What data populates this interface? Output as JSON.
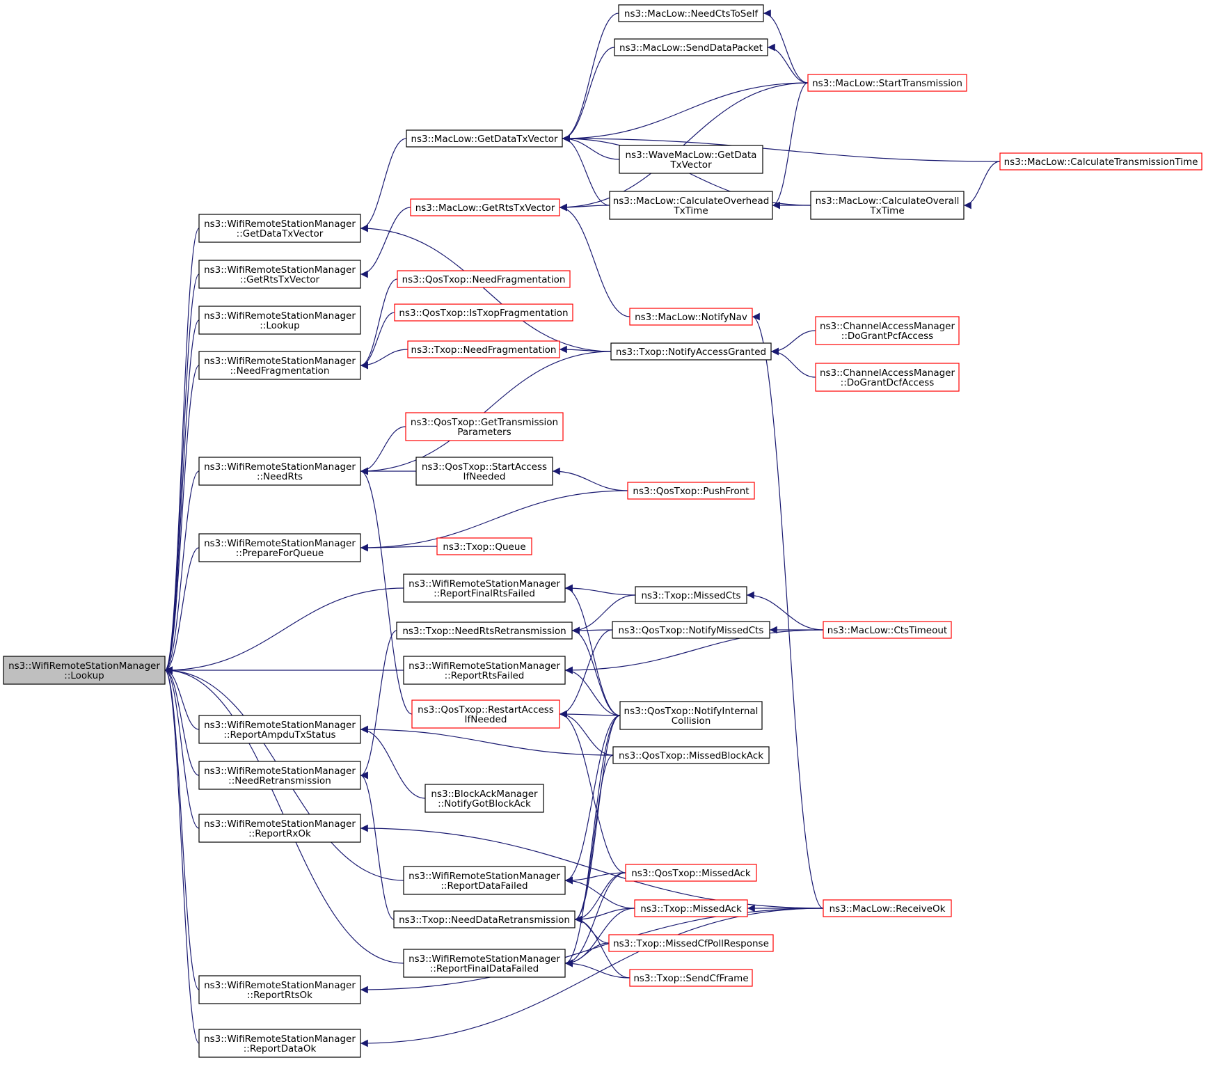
{
  "colors": {
    "edge": "#191970",
    "node_border_default": "#000000",
    "node_border_truncated": "#ff0000",
    "root_fill": "#bfbfbf",
    "background": "#ffffff"
  },
  "nodes": [
    {
      "id": "root",
      "lines": [
        "ns3::WifiRemoteStationManager",
        "::Lookup"
      ],
      "style": "root"
    },
    {
      "id": "wrsm_getdatatx",
      "lines": [
        "ns3::WifiRemoteStationManager",
        "::GetDataTxVector"
      ],
      "style": "plain"
    },
    {
      "id": "wrsm_getrtstx",
      "lines": [
        "ns3::WifiRemoteStationManager",
        "::GetRtsTxVector"
      ],
      "style": "plain"
    },
    {
      "id": "wrsm_lookup2",
      "lines": [
        "ns3::WifiRemoteStationManager",
        "::Lookup"
      ],
      "style": "plain"
    },
    {
      "id": "wrsm_needfrag",
      "lines": [
        "ns3::WifiRemoteStationManager",
        "::NeedFragmentation"
      ],
      "style": "plain"
    },
    {
      "id": "wrsm_needrts",
      "lines": [
        "ns3::WifiRemoteStationManager",
        "::NeedRts"
      ],
      "style": "plain"
    },
    {
      "id": "wrsm_prepare",
      "lines": [
        "ns3::WifiRemoteStationManager",
        "::PrepareForQueue"
      ],
      "style": "plain"
    },
    {
      "id": "wrsm_reportfinalrts",
      "lines": [
        "ns3::WifiRemoteStationManager",
        "::ReportFinalRtsFailed"
      ],
      "style": "plain"
    },
    {
      "id": "txop_needrtsretx",
      "lines": [
        "ns3::Txop::NeedRtsRetransmission"
      ],
      "style": "plain"
    },
    {
      "id": "wrsm_reportrtsfailed",
      "lines": [
        "ns3::WifiRemoteStationManager",
        "::ReportRtsFailed"
      ],
      "style": "plain"
    },
    {
      "id": "qos_restart",
      "lines": [
        "ns3::QosTxop::RestartAccess",
        "IfNeeded"
      ],
      "style": "red"
    },
    {
      "id": "wrsm_ampdu",
      "lines": [
        "ns3::WifiRemoteStationManager",
        "::ReportAmpduTxStatus"
      ],
      "style": "plain"
    },
    {
      "id": "wrsm_needretx",
      "lines": [
        "ns3::WifiRemoteStationManager",
        "::NeedRetransmission"
      ],
      "style": "plain"
    },
    {
      "id": "bam_gotba",
      "lines": [
        "ns3::BlockAckManager",
        "::NotifyGotBlockAck"
      ],
      "style": "plain"
    },
    {
      "id": "wrsm_rxok",
      "lines": [
        "ns3::WifiRemoteStationManager",
        "::ReportRxOk"
      ],
      "style": "plain"
    },
    {
      "id": "wrsm_datafailed",
      "lines": [
        "ns3::WifiRemoteStationManager",
        "::ReportDataFailed"
      ],
      "style": "plain"
    },
    {
      "id": "txop_needdataretx",
      "lines": [
        "ns3::Txop::NeedDataRetransmission"
      ],
      "style": "plain"
    },
    {
      "id": "wrsm_finaldata",
      "lines": [
        "ns3::WifiRemoteStationManager",
        "::ReportFinalDataFailed"
      ],
      "style": "plain"
    },
    {
      "id": "wrsm_rtsok",
      "lines": [
        "ns3::WifiRemoteStationManager",
        "::ReportRtsOk"
      ],
      "style": "plain"
    },
    {
      "id": "wrsm_dataok",
      "lines": [
        "ns3::WifiRemoteStationManager",
        "::ReportDataOk"
      ],
      "style": "plain"
    },
    {
      "id": "maclow_getdatatx",
      "lines": [
        "ns3::MacLow::GetDataTxVector"
      ],
      "style": "plain"
    },
    {
      "id": "maclow_getrtstx",
      "lines": [
        "ns3::MacLow::GetRtsTxVector"
      ],
      "style": "red"
    },
    {
      "id": "qos_needfrag",
      "lines": [
        "ns3::QosTxop::NeedFragmentation"
      ],
      "style": "red"
    },
    {
      "id": "qos_istxopfrag",
      "lines": [
        "ns3::QosTxop::IsTxopFragmentation"
      ],
      "style": "red"
    },
    {
      "id": "txop_needfrag",
      "lines": [
        "ns3::Txop::NeedFragmentation"
      ],
      "style": "red"
    },
    {
      "id": "qos_gettxparams",
      "lines": [
        "ns3::QosTxop::GetTransmission",
        "Parameters"
      ],
      "style": "red"
    },
    {
      "id": "qos_startaccess",
      "lines": [
        "ns3::QosTxop::StartAccess",
        "IfNeeded"
      ],
      "style": "plain"
    },
    {
      "id": "txop_queue",
      "lines": [
        "ns3::Txop::Queue"
      ],
      "style": "red"
    },
    {
      "id": "maclow_needcts",
      "lines": [
        "ns3::MacLow::NeedCtsToSelf"
      ],
      "style": "plain"
    },
    {
      "id": "maclow_senddata",
      "lines": [
        "ns3::MacLow::SendDataPacket"
      ],
      "style": "plain"
    },
    {
      "id": "wave_getdata",
      "lines": [
        "ns3::WaveMacLow::GetData",
        "TxVector"
      ],
      "style": "plain"
    },
    {
      "id": "maclow_calcoverhead",
      "lines": [
        "ns3::MacLow::CalculateOverhead",
        "TxTime"
      ],
      "style": "plain"
    },
    {
      "id": "maclow_notifynav",
      "lines": [
        "ns3::MacLow::NotifyNav"
      ],
      "style": "red"
    },
    {
      "id": "txop_notifyaccess",
      "lines": [
        "ns3::Txop::NotifyAccessGranted"
      ],
      "style": "plain"
    },
    {
      "id": "qos_pushfront",
      "lines": [
        "ns3::QosTxop::PushFront"
      ],
      "style": "red"
    },
    {
      "id": "txop_missedcts",
      "lines": [
        "ns3::Txop::MissedCts"
      ],
      "style": "plain"
    },
    {
      "id": "qos_notifymissedcts",
      "lines": [
        "ns3::QosTxop::NotifyMissedCts"
      ],
      "style": "plain"
    },
    {
      "id": "qos_notifyinternal",
      "lines": [
        "ns3::QosTxop::NotifyInternal",
        "Collision"
      ],
      "style": "plain"
    },
    {
      "id": "qos_missedba",
      "lines": [
        "ns3::QosTxop::MissedBlockAck"
      ],
      "style": "plain"
    },
    {
      "id": "qos_missedack",
      "lines": [
        "ns3::QosTxop::MissedAck"
      ],
      "style": "red"
    },
    {
      "id": "txop_missedack",
      "lines": [
        "ns3::Txop::MissedAck"
      ],
      "style": "red"
    },
    {
      "id": "txop_missedcfpoll",
      "lines": [
        "ns3::Txop::MissedCfPollResponse"
      ],
      "style": "red"
    },
    {
      "id": "txop_sendcf",
      "lines": [
        "ns3::Txop::SendCfFrame"
      ],
      "style": "red"
    },
    {
      "id": "maclow_starttx",
      "lines": [
        "ns3::MacLow::StartTransmission"
      ],
      "style": "red"
    },
    {
      "id": "maclow_calcoverall",
      "lines": [
        "ns3::MacLow::CalculateOverall",
        "TxTime"
      ],
      "style": "plain"
    },
    {
      "id": "cam_pcf",
      "lines": [
        "ns3::ChannelAccessManager",
        "::DoGrantPcfAccess"
      ],
      "style": "red"
    },
    {
      "id": "cam_dcf",
      "lines": [
        "ns3::ChannelAccessManager",
        "::DoGrantDcfAccess"
      ],
      "style": "red"
    },
    {
      "id": "maclow_ctstimeout",
      "lines": [
        "ns3::MacLow::CtsTimeout"
      ],
      "style": "red"
    },
    {
      "id": "maclow_receiveok",
      "lines": [
        "ns3::MacLow::ReceiveOk"
      ],
      "style": "red"
    },
    {
      "id": "maclow_calctxtime",
      "lines": [
        "ns3::MacLow::CalculateTransmissionTime"
      ],
      "style": "red"
    }
  ],
  "edges": [
    [
      "wrsm_getdatatx",
      "root"
    ],
    [
      "wrsm_getrtstx",
      "root"
    ],
    [
      "wrsm_lookup2",
      "root"
    ],
    [
      "wrsm_needfrag",
      "root"
    ],
    [
      "wrsm_needrts",
      "root"
    ],
    [
      "wrsm_prepare",
      "root"
    ],
    [
      "wrsm_reportfinalrts",
      "root"
    ],
    [
      "wrsm_reportrtsfailed",
      "root"
    ],
    [
      "wrsm_ampdu",
      "root"
    ],
    [
      "wrsm_needretx",
      "root"
    ],
    [
      "wrsm_rxok",
      "root"
    ],
    [
      "wrsm_datafailed",
      "root"
    ],
    [
      "wrsm_finaldata",
      "root"
    ],
    [
      "wrsm_rtsok",
      "root"
    ],
    [
      "wrsm_dataok",
      "root"
    ],
    [
      "maclow_getdatatx",
      "wrsm_getdatatx"
    ],
    [
      "txop_notifyaccess",
      "wrsm_getdatatx"
    ],
    [
      "maclow_getrtstx",
      "wrsm_getrtstx"
    ],
    [
      "qos_needfrag",
      "wrsm_needfrag"
    ],
    [
      "qos_istxopfrag",
      "wrsm_needfrag"
    ],
    [
      "txop_needfrag",
      "wrsm_needfrag"
    ],
    [
      "txop_notifyaccess",
      "wrsm_needrts"
    ],
    [
      "qos_gettxparams",
      "wrsm_needrts"
    ],
    [
      "qos_startaccess",
      "wrsm_needrts"
    ],
    [
      "qos_restart",
      "wrsm_needrts"
    ],
    [
      "qos_pushfront",
      "wrsm_prepare"
    ],
    [
      "txop_queue",
      "wrsm_prepare"
    ],
    [
      "txop_missedcts",
      "wrsm_reportfinalrts"
    ],
    [
      "qos_notifyinternal",
      "wrsm_reportfinalrts"
    ],
    [
      "txop_missedcts",
      "txop_needrtsretx"
    ],
    [
      "qos_notifymissedcts",
      "txop_needrtsretx"
    ],
    [
      "qos_notifyinternal",
      "txop_needrtsretx"
    ],
    [
      "maclow_ctstimeout",
      "wrsm_reportrtsfailed"
    ],
    [
      "qos_notifyinternal",
      "wrsm_reportrtsfailed"
    ],
    [
      "qos_notifyinternal",
      "qos_restart"
    ],
    [
      "qos_missedba",
      "qos_restart"
    ],
    [
      "qos_missedack",
      "qos_restart"
    ],
    [
      "qos_notifymissedcts",
      "qos_restart"
    ],
    [
      "qos_missedba",
      "wrsm_ampdu"
    ],
    [
      "bam_gotba",
      "wrsm_ampdu"
    ],
    [
      "txop_needdataretx",
      "wrsm_needretx"
    ],
    [
      "txop_needrtsretx",
      "wrsm_needretx"
    ],
    [
      "maclow_receiveok",
      "wrsm_rxok"
    ],
    [
      "qos_missedack",
      "wrsm_datafailed"
    ],
    [
      "txop_missedack",
      "wrsm_datafailed"
    ],
    [
      "qos_notifyinternal",
      "wrsm_datafailed"
    ],
    [
      "qos_notifyinternal",
      "txop_needdataretx"
    ],
    [
      "qos_missedba",
      "txop_needdataretx"
    ],
    [
      "qos_missedack",
      "txop_needdataretx"
    ],
    [
      "txop_missedack",
      "txop_needdataretx"
    ],
    [
      "txop_missedcfpoll",
      "txop_needdataretx"
    ],
    [
      "txop_sendcf",
      "txop_needdataretx"
    ],
    [
      "qos_missedack",
      "wrsm_finaldata"
    ],
    [
      "txop_missedack",
      "wrsm_finaldata"
    ],
    [
      "txop_missedcfpoll",
      "wrsm_finaldata"
    ],
    [
      "txop_sendcf",
      "wrsm_finaldata"
    ],
    [
      "qos_notifyinternal",
      "wrsm_finaldata"
    ],
    [
      "maclow_receiveok",
      "wrsm_rtsok"
    ],
    [
      "maclow_receiveok",
      "wrsm_dataok"
    ],
    [
      "maclow_needcts",
      "maclow_getdatatx"
    ],
    [
      "maclow_senddata",
      "maclow_getdatatx"
    ],
    [
      "maclow_starttx",
      "maclow_getdatatx"
    ],
    [
      "wave_getdata",
      "maclow_getdatatx"
    ],
    [
      "maclow_calcoverhead",
      "maclow_getdatatx"
    ],
    [
      "maclow_calcoverall",
      "maclow_getdatatx"
    ],
    [
      "maclow_calctxtime",
      "maclow_getdatatx"
    ],
    [
      "maclow_calcoverhead",
      "maclow_getrtstx"
    ],
    [
      "maclow_starttx",
      "maclow_getrtstx"
    ],
    [
      "maclow_notifynav",
      "maclow_getrtstx"
    ],
    [
      "txop_notifyaccess",
      "txop_needfrag"
    ],
    [
      "qos_pushfront",
      "qos_startaccess"
    ],
    [
      "maclow_starttx",
      "maclow_needcts"
    ],
    [
      "maclow_starttx",
      "maclow_senddata"
    ],
    [
      "maclow_starttx",
      "maclow_calcoverhead"
    ],
    [
      "maclow_calcoverall",
      "maclow_calcoverhead"
    ],
    [
      "maclow_calctxtime",
      "maclow_calcoverall"
    ],
    [
      "maclow_receiveok",
      "maclow_notifynav"
    ],
    [
      "cam_pcf",
      "txop_notifyaccess"
    ],
    [
      "cam_dcf",
      "txop_notifyaccess"
    ],
    [
      "maclow_ctstimeout",
      "txop_missedcts"
    ],
    [
      "maclow_ctstimeout",
      "qos_notifymissedcts"
    ],
    [
      "maclow_receiveok",
      "txop_missedack"
    ]
  ]
}
